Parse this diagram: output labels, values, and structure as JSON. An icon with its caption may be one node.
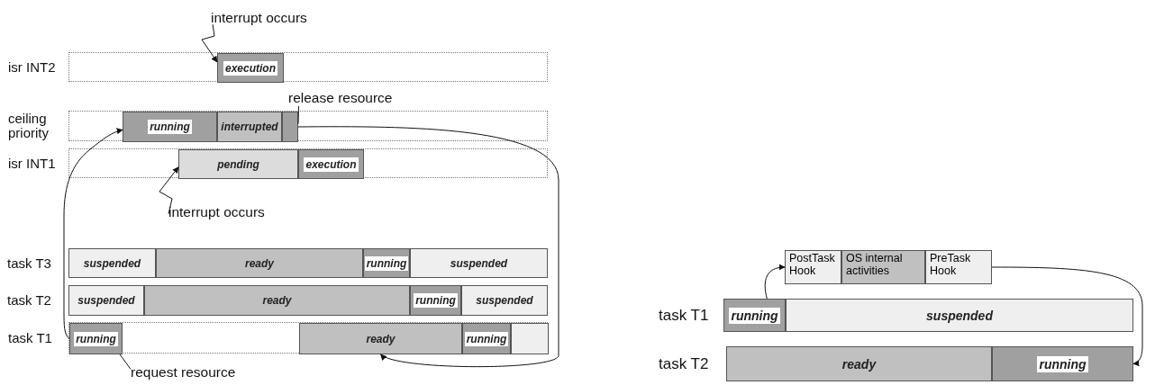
{
  "diagram": {
    "nodes": [
      {
        "text": [
          "isr INT2"
        ]
      },
      {
        "text": [
          "execution"
        ],
        "in": 0
      },
      {
        "text": [
          "ceiling priority"
        ]
      },
      {
        "text": [
          "running"
        ],
        "in": 2
      },
      {
        "text": [
          "interrupted"
        ],
        "in": 2
      },
      {
        "text": [],
        "shape": "box",
        "in": 2
      },
      {
        "text": [
          "isr INT1"
        ]
      },
      {
        "text": [
          "pending"
        ],
        "in": 6
      },
      {
        "text": [
          "execution"
        ],
        "in": 6
      },
      {
        "text": [
          "task T3"
        ]
      },
      {
        "text": [
          "suspended"
        ],
        "in": 9
      },
      {
        "text": [
          "ready"
        ],
        "in": 9
      },
      {
        "text": [
          "running"
        ],
        "in": 9
      },
      {
        "text": [
          "suspended"
        ],
        "in": 9
      },
      {
        "text": [
          "task T2"
        ]
      },
      {
        "text": [
          "suspended"
        ],
        "in": 14
      },
      {
        "text": [
          "ready"
        ],
        "in": 14
      },
      {
        "text": [
          "running"
        ],
        "in": 14
      },
      {
        "text": [
          "suspended"
        ],
        "in": 14
      },
      {
        "text": [
          "task T1"
        ]
      },
      {
        "text": [
          "running"
        ],
        "in": 19
      },
      {
        "text": [
          "ready"
        ],
        "in": 19
      },
      {
        "text": [
          "running"
        ],
        "in": 19
      },
      {
        "text": [],
        "shape": "box",
        "in": 19
      },
      {
        "text": [
          "interrupt occurs"
        ]
      },
      {
        "text": [
          "release resource"
        ]
      },
      {
        "text": [
          "interrupt occurs"
        ]
      },
      {
        "text": [
          "request resource"
        ]
      },
      {
        "text": [
          "task T1"
        ]
      },
      {
        "text": [
          "running"
        ],
        "in": 28
      },
      {
        "text": [
          "suspended"
        ],
        "in": 28
      },
      {
        "text": [
          "task T2"
        ]
      },
      {
        "text": [
          "ready"
        ],
        "in": 31
      },
      {
        "text": [
          "running"
        ],
        "in": 31
      },
      {
        "text": [
          "PostTask Hook"
        ]
      },
      {
        "text": [
          "OS internal activities"
        ]
      },
      {
        "text": [
          "PreTask Hook"
        ]
      }
    ],
    "edges": [
      {
        "from": 24,
        "to": 1,
        "arrow": "to"
      },
      {
        "from": 25,
        "to": 5,
        "arrow": "none"
      },
      {
        "from": 26,
        "to": 7,
        "arrow": "to"
      },
      {
        "from": 27,
        "to": 20,
        "arrow": "none"
      },
      {
        "from": 20,
        "to": 3,
        "arrow": "to"
      },
      {
        "from": 5,
        "to": 21,
        "arrow": "to"
      },
      {
        "from": 29,
        "to": 34,
        "arrow": "to"
      },
      {
        "from": 36,
        "to": 33,
        "arrow": "to"
      }
    ]
  }
}
